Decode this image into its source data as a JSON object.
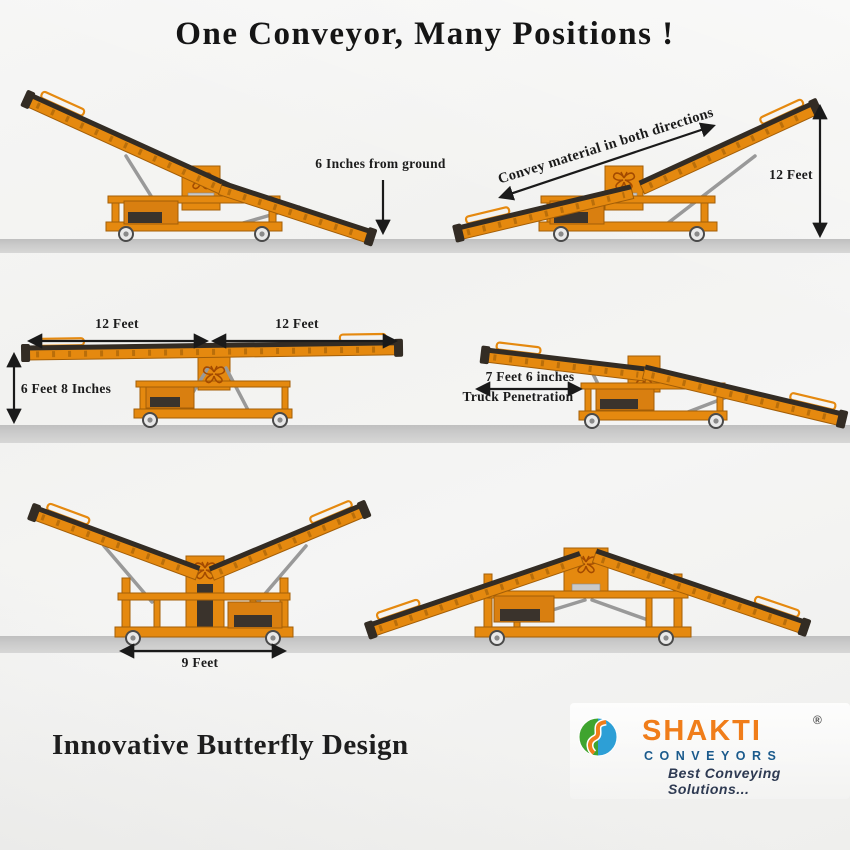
{
  "title": "One Conveyor, Many Positions !",
  "annotations": {
    "pos1_ground_clearance": "6 Inches from ground",
    "pos2_flow": "Convey material in both directions",
    "pos2_height": "12 Feet",
    "pos3_left_length": "12 Feet",
    "pos3_right_length": "12 Feet",
    "pos3_height": "6 Feet 8 Inches",
    "pos4_length": "7 Feet 6 inches",
    "pos4_label": "Truck Penetration",
    "pos5_base_width": "9 Feet"
  },
  "footer": {
    "headline": "Innovative Butterfly Design"
  },
  "brand": {
    "name": "SHAKTI",
    "registered_mark": "®",
    "division": "CONVEYORS",
    "slogan": "Best Conveying Solutions...",
    "colors": {
      "orange": "#F07D1A",
      "blue": "#1A5A8C",
      "green": "#3FA42F",
      "sky": "#2D9FD6"
    }
  },
  "palette": {
    "machine_orange": "#E5890F",
    "belt_dark": "#332C24",
    "ground_gray": "#C9C9C9",
    "background": "#F3F3F1",
    "ink": "#1A1A1A"
  }
}
